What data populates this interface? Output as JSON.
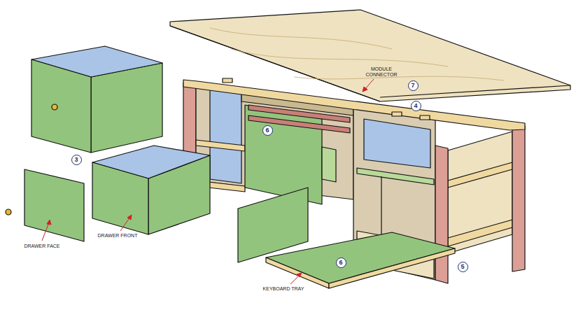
{
  "diagram": {
    "labels": [
      "MODULE CONNECTOR",
      "7",
      "4",
      "6",
      "3",
      "DRAWER FACE",
      "DRAWER FRONT",
      "6",
      "KEYBOARD TRAY",
      "5"
    ]
  }
}
